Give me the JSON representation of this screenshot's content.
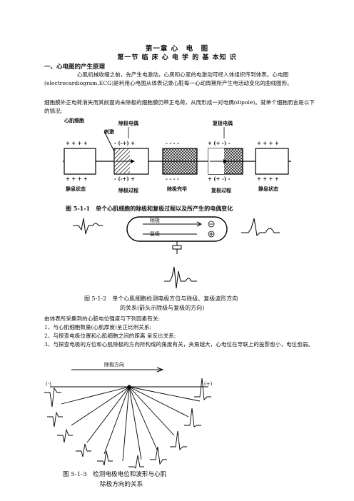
{
  "chapter_title": "第一章 心　电　图",
  "section_title": "第一节 临 床 心 电 学 的 基 本知 识",
  "subsection_title": "一、心电图的产生原理",
  "paragraph_1": "心肌机械收缩之前，先产生电激动，心房和心室的电激动可经人体组织传到体表。心电图(electrocardiogram,ECG)是利用心电图从体表记录心脏每一心动周期所产生电活动变化的曲线图形。",
  "paragraph_2": "细胞膜外正电荷消失而其前面尚未除极的细胞膜仍带正电荷，从而形成一对电偶(dipole)。就单个细胞而言是以下的情况:",
  "figure_1": {
    "label_cell": "心肌细胞",
    "label_stimulus": "刺激",
    "label_depol_dipole": "除极电偶",
    "label_repol_dipole": "复极电偶",
    "state_rest": "静息状态",
    "state_depolarizing": "除极过程",
    "state_depolarized": "除极完毕",
    "state_repolarizing": "复极过程",
    "state_rest_2": "静息状态",
    "charges_plus": "+ + + +",
    "charges_minus": "- - - -",
    "depol_top": "- (-+) +",
    "depol_bottom": "- (-+) +",
    "repol_top": "+ (+ -) -",
    "repol_bottom": "+ (+ -) -",
    "caption": "图 5-1-1　单个心肌细胞的除极和复极过程以及所产生的电偶变化"
  },
  "figure_2": {
    "arrow_depol": "除极",
    "arrow_repol": "复极",
    "caption_line1": "图 5-1-2　单个心肌细胞检测电极方位与除极、复极波形方向",
    "caption_line2": "的关系(箭头示除极与复极的方向)"
  },
  "paragraph_3": "由体表所采集到的心脏电位强度与下列因素有关:",
  "list_items": [
    "1、与心肌细胞数量(心肌厚度)呈正比例关系;",
    "2、与探查电极位置和心肌细胞之间的距离 呈反比关系;",
    "3、与探查电极的方位和心肌除极的方向所构成的角度有关，夹角越大，心电位在导联上的投影愈小，电位愈弱。"
  ],
  "figure_3": {
    "direction_label": "除极方向",
    "neg_label": "(-)",
    "pos_label": "(+)",
    "caption_line1": "图 5-1-3　检测电极电位和波形与心肌",
    "caption_line2": "除极方向的关系"
  }
}
